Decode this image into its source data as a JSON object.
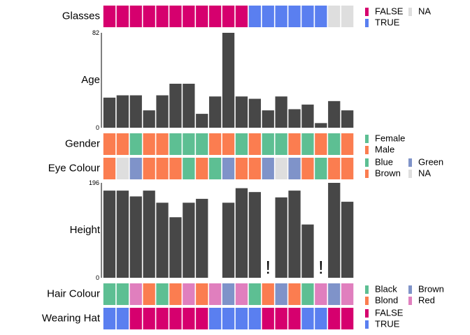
{
  "chart_data": {
    "type": "heatmap",
    "colors": {
      "FALSE": "#d6006e",
      "TRUE": "#5a7ff0",
      "NA": "#dedede",
      "Female": "#5dbf93",
      "Male": "#fb7d50",
      "Blue": "#5dbf93",
      "Brown": "#fb7d50",
      "Green": "#7f93c9",
      "Black": "#5dbf93",
      "Blond": "#fb7d50",
      "Red": "#e07fbe",
      "Brown_hair": "#7f93c9",
      "bar": "#474747"
    },
    "glasses": {
      "label": "Glasses",
      "values": [
        "FALSE",
        "FALSE",
        "FALSE",
        "FALSE",
        "FALSE",
        "FALSE",
        "FALSE",
        "FALSE",
        "FALSE",
        "FALSE",
        "FALSE",
        "TRUE",
        "TRUE",
        "TRUE",
        "TRUE",
        "TRUE",
        "TRUE",
        "NA",
        "NA"
      ],
      "legend": [
        "FALSE",
        "NA",
        "TRUE"
      ]
    },
    "age": {
      "label": "Age",
      "ylim": [
        0,
        82
      ],
      "tick_top": "82",
      "tick_bottom": "0",
      "values": [
        26,
        28,
        28,
        15,
        28,
        38,
        38,
        12,
        27,
        82,
        27,
        25,
        15,
        27,
        16,
        20,
        4,
        23,
        15
      ]
    },
    "gender": {
      "label": "Gender",
      "values": [
        "Male",
        "Male",
        "Female",
        "Male",
        "Male",
        "Female",
        "Female",
        "Female",
        "Male",
        "Male",
        "Female",
        "Male",
        "Female",
        "Female",
        "Male",
        "Female",
        "Male",
        "Female",
        "Male"
      ],
      "legend": [
        "Female",
        "Male"
      ]
    },
    "eye_colour": {
      "label": "Eye Colour",
      "values": [
        "Brown",
        "NA",
        "Green",
        "Brown",
        "Brown",
        "Brown",
        "Blue",
        "Brown",
        "Blue",
        "Green",
        "Brown",
        "Brown",
        "Green",
        "NA",
        "Green",
        "Brown",
        "Blue",
        "Brown",
        "Brown"
      ],
      "legend": [
        "Blue",
        "Green",
        "Brown",
        "NA"
      ]
    },
    "height": {
      "label": "Height",
      "ylim": [
        0,
        196
      ],
      "tick_top": "196",
      "tick_bottom": "0",
      "values": [
        180,
        180,
        168,
        180,
        155,
        125,
        155,
        163,
        null,
        155,
        185,
        177,
        null,
        166,
        180,
        110,
        null,
        196,
        157
      ],
      "missing_marker": "!"
    },
    "hair_colour": {
      "label": "Hair Colour",
      "values": [
        "Black",
        "Black",
        "Red",
        "Blond",
        "Black",
        "Blond",
        "Red",
        "Blond",
        "Red",
        "Brown_hair",
        "Red",
        "Black",
        "Blond",
        "Brown_hair",
        "Blond",
        "Black",
        "Red",
        "Brown_hair",
        "Red"
      ],
      "legend": [
        "Black",
        "Brown_hair",
        "Blond",
        "Red"
      ],
      "legend_labels": {
        "Black": "Black",
        "Brown_hair": "Brown",
        "Blond": "Blond",
        "Red": "Red"
      }
    },
    "wearing_hat": {
      "label": "Wearing Hat",
      "values": [
        "TRUE",
        "TRUE",
        "FALSE",
        "FALSE",
        "FALSE",
        "FALSE",
        "FALSE",
        "FALSE",
        "TRUE",
        "TRUE",
        "TRUE",
        "TRUE",
        "FALSE",
        "FALSE",
        "FALSE",
        "TRUE",
        "TRUE",
        "FALSE",
        "FALSE"
      ],
      "legend": [
        "FALSE",
        "TRUE"
      ]
    }
  }
}
